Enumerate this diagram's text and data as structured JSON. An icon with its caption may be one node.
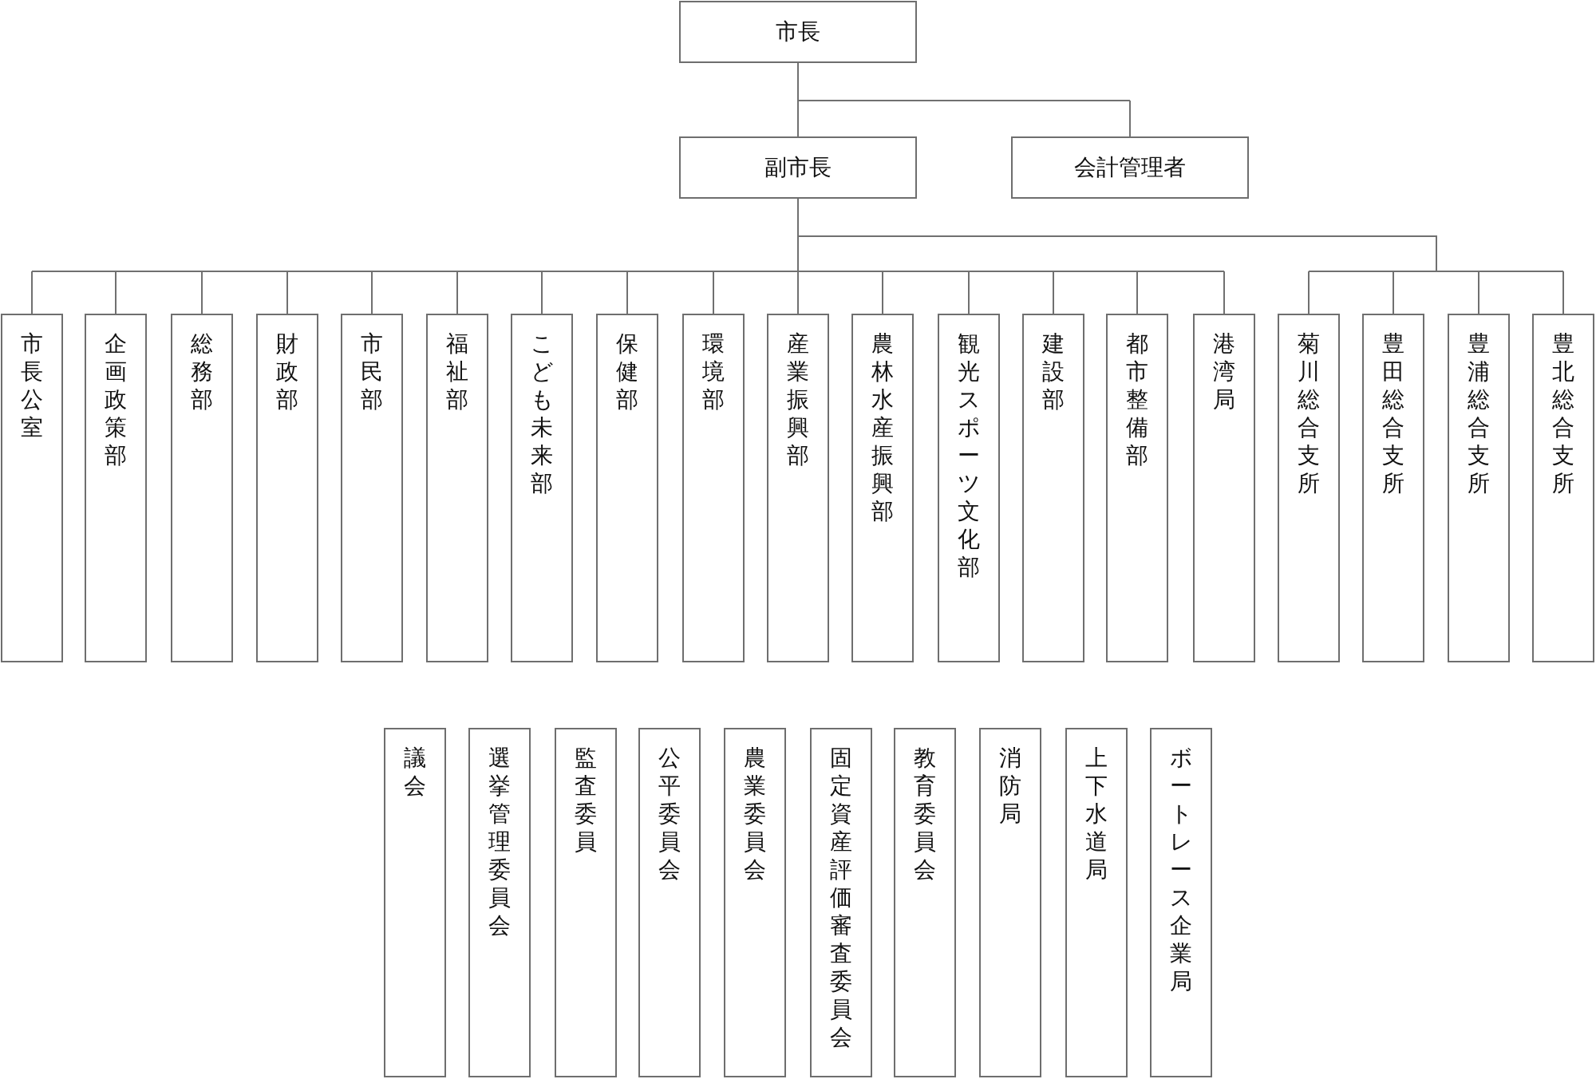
{
  "diagram": {
    "nodes": [
      {
        "text": [
          "市長"
        ]
      },
      {
        "text": [
          "副市長"
        ]
      },
      {
        "text": [
          "会計管理者"
        ]
      },
      {
        "text": [
          "市長公室"
        ]
      },
      {
        "text": [
          "企画政策部"
        ]
      },
      {
        "text": [
          "総務部"
        ]
      },
      {
        "text": [
          "財政部"
        ]
      },
      {
        "text": [
          "市民部"
        ]
      },
      {
        "text": [
          "福祉部"
        ]
      },
      {
        "text": [
          "こども未来部"
        ]
      },
      {
        "text": [
          "保健部"
        ]
      },
      {
        "text": [
          "環境部"
        ]
      },
      {
        "text": [
          "産業振興部"
        ]
      },
      {
        "text": [
          "農林水産振興部"
        ]
      },
      {
        "text": [
          "観光スポーツ文化部"
        ]
      },
      {
        "text": [
          "建設部"
        ]
      },
      {
        "text": [
          "都市整備部"
        ]
      },
      {
        "text": [
          "港湾局"
        ]
      },
      {
        "text": [
          "菊川総合支所"
        ]
      },
      {
        "text": [
          "豊田総合支所"
        ]
      },
      {
        "text": [
          "豊浦総合支所"
        ]
      },
      {
        "text": [
          "豊北総合支所"
        ]
      },
      {
        "text": [
          "議会"
        ]
      },
      {
        "text": [
          "選挙管理委員会"
        ]
      },
      {
        "text": [
          "監査委員"
        ]
      },
      {
        "text": [
          "公平委員会"
        ]
      },
      {
        "text": [
          "農業委員会"
        ]
      },
      {
        "text": [
          "固定資産評価審査委員会"
        ]
      },
      {
        "text": [
          "教育委員会"
        ]
      },
      {
        "text": [
          "消防局"
        ]
      },
      {
        "text": [
          "上下水道局"
        ]
      },
      {
        "text": [
          "ボートレース企業局"
        ]
      }
    ],
    "edges": [
      {
        "from": 0,
        "to": 1,
        "arrow": "none"
      },
      {
        "from": 0,
        "to": 2,
        "arrow": "none"
      },
      {
        "from": 1,
        "to": 3,
        "arrow": "none"
      },
      {
        "from": 1,
        "to": 4,
        "arrow": "none"
      },
      {
        "from": 1,
        "to": 5,
        "arrow": "none"
      },
      {
        "from": 1,
        "to": 6,
        "arrow": "none"
      },
      {
        "from": 1,
        "to": 7,
        "arrow": "none"
      },
      {
        "from": 1,
        "to": 8,
        "arrow": "none"
      },
      {
        "from": 1,
        "to": 9,
        "arrow": "none"
      },
      {
        "from": 1,
        "to": 10,
        "arrow": "none"
      },
      {
        "from": 1,
        "to": 11,
        "arrow": "none"
      },
      {
        "from": 1,
        "to": 12,
        "arrow": "none"
      },
      {
        "from": 1,
        "to": 13,
        "arrow": "none"
      },
      {
        "from": 1,
        "to": 14,
        "arrow": "none"
      },
      {
        "from": 1,
        "to": 15,
        "arrow": "none"
      },
      {
        "from": 1,
        "to": 16,
        "arrow": "none"
      },
      {
        "from": 1,
        "to": 17,
        "arrow": "none"
      },
      {
        "from": 1,
        "to": 18,
        "arrow": "none"
      },
      {
        "from": 1,
        "to": 19,
        "arrow": "none"
      },
      {
        "from": 1,
        "to": 20,
        "arrow": "none"
      },
      {
        "from": 1,
        "to": 21,
        "arrow": "none"
      }
    ]
  }
}
